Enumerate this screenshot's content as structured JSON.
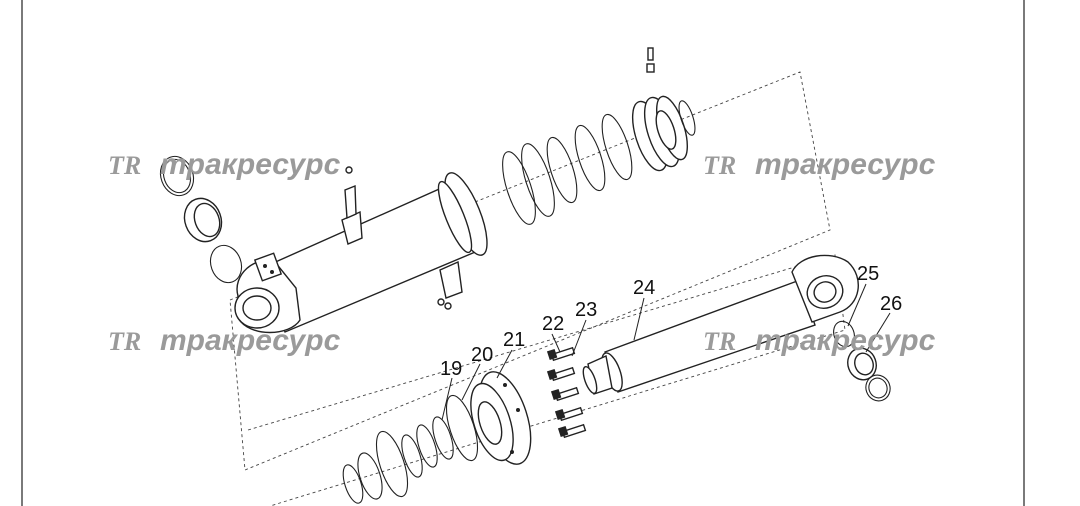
{
  "watermark": {
    "logo": "TR",
    "brand": "тракресурс"
  },
  "callouts": [
    "19",
    "20",
    "21",
    "22",
    "23",
    "24",
    "25",
    "26"
  ],
  "colors": {
    "line": "#222222",
    "watermark": "#9a9a9a",
    "background": "#ffffff"
  }
}
